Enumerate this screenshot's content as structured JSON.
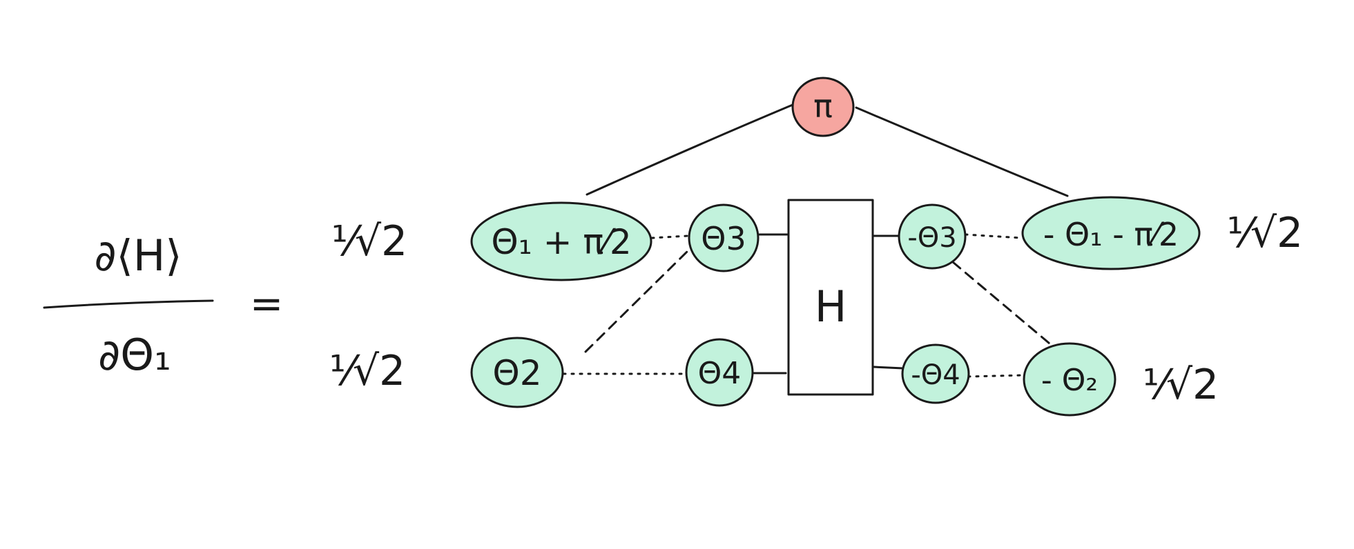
{
  "colors": {
    "node_fill": "#c2f2dc",
    "pi_fill": "#f6a6a0",
    "ink": "#1a1a1a"
  },
  "lhs": {
    "numerator": "∂⟨H⟩",
    "denominator": "∂Θ₁",
    "equals": "="
  },
  "amplitudes": {
    "top_left": "¹⁄√2",
    "bottom_left": "¹⁄√2",
    "top_right": "¹⁄√2",
    "bottom_right": "¹⁄√2"
  },
  "nodes": {
    "pi": "π",
    "theta1_plus": "Θ₁ + π⁄2",
    "theta2": "Θ2",
    "theta3": "Θ3",
    "theta4": "Θ4",
    "neg_theta3": "-Θ3",
    "neg_theta4": "-Θ4",
    "neg_theta1_minus": "- Θ₁ - π⁄2",
    "neg_theta2": "- Θ₂"
  },
  "box": {
    "label": "H"
  }
}
